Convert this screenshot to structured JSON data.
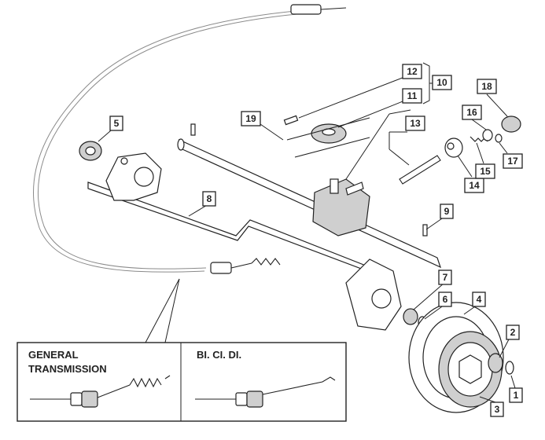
{
  "callouts": {
    "c1": "1",
    "c2": "2",
    "c3": "3",
    "c4": "4",
    "c5": "5",
    "c6": "6",
    "c7": "7",
    "c8": "8",
    "c9": "9",
    "c10": "10",
    "c11": "11",
    "c12": "12",
    "c13": "13",
    "c14": "14",
    "c15": "15",
    "c16": "16",
    "c17": "17",
    "c18": "18",
    "c19": "19"
  },
  "inset": {
    "left_label_line1": "GENERAL",
    "left_label_line2": "TRANSMISSION",
    "right_label": "BI. CI. DI."
  }
}
